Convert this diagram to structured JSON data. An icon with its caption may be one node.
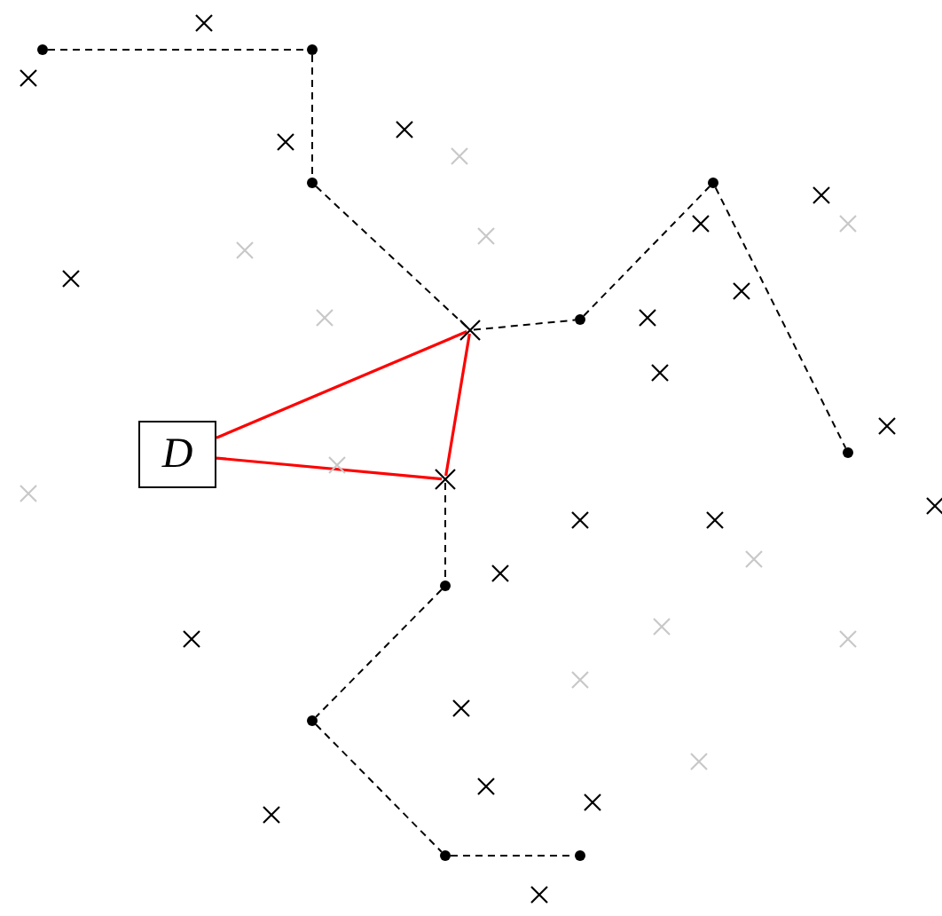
{
  "diagram": {
    "nodes": [
      {
        "text": [],
        "shape": "circle"
      },
      {
        "text": [],
        "shape": "circle"
      },
      {
        "text": [],
        "shape": "circle"
      },
      {
        "text": [],
        "shape": "circle"
      },
      {
        "text": [],
        "shape": "circle"
      },
      {
        "text": [],
        "shape": "cross"
      },
      {
        "text": [
          "D"
        ]
      },
      {
        "text": [],
        "shape": "circle"
      },
      {
        "text": [],
        "shape": "cross"
      },
      {
        "text": [],
        "shape": "circle"
      },
      {
        "text": [],
        "shape": "circle"
      },
      {
        "text": [],
        "shape": "circle"
      },
      {
        "text": [],
        "shape": "circle"
      }
    ],
    "edges": [
      {
        "from": 0,
        "to": 1,
        "arrow": "none",
        "style": "dashed"
      },
      {
        "from": 1,
        "to": 2,
        "arrow": "none",
        "style": "dashed"
      },
      {
        "from": 2,
        "to": 5,
        "arrow": "none",
        "style": "dashed"
      },
      {
        "from": 5,
        "to": 4,
        "arrow": "none",
        "style": "dashed"
      },
      {
        "from": 4,
        "to": 3,
        "arrow": "none",
        "style": "dashed"
      },
      {
        "from": 3,
        "to": 7,
        "arrow": "none",
        "style": "dashed"
      },
      {
        "from": 6,
        "to": 5,
        "arrow": "none",
        "color": "#ff0000"
      },
      {
        "from": 6,
        "to": 8,
        "arrow": "none",
        "color": "#ff0000"
      },
      {
        "from": 5,
        "to": 8,
        "arrow": "none",
        "color": "#ff0000"
      },
      {
        "from": 8,
        "to": 9,
        "arrow": "none",
        "style": "dashed"
      },
      {
        "from": 9,
        "to": 10,
        "arrow": "none",
        "style": "dashed"
      },
      {
        "from": 10,
        "to": 11,
        "arrow": "none",
        "style": "dashed"
      },
      {
        "from": 11,
        "to": 12,
        "arrow": "none",
        "style": "dashed"
      }
    ]
  }
}
